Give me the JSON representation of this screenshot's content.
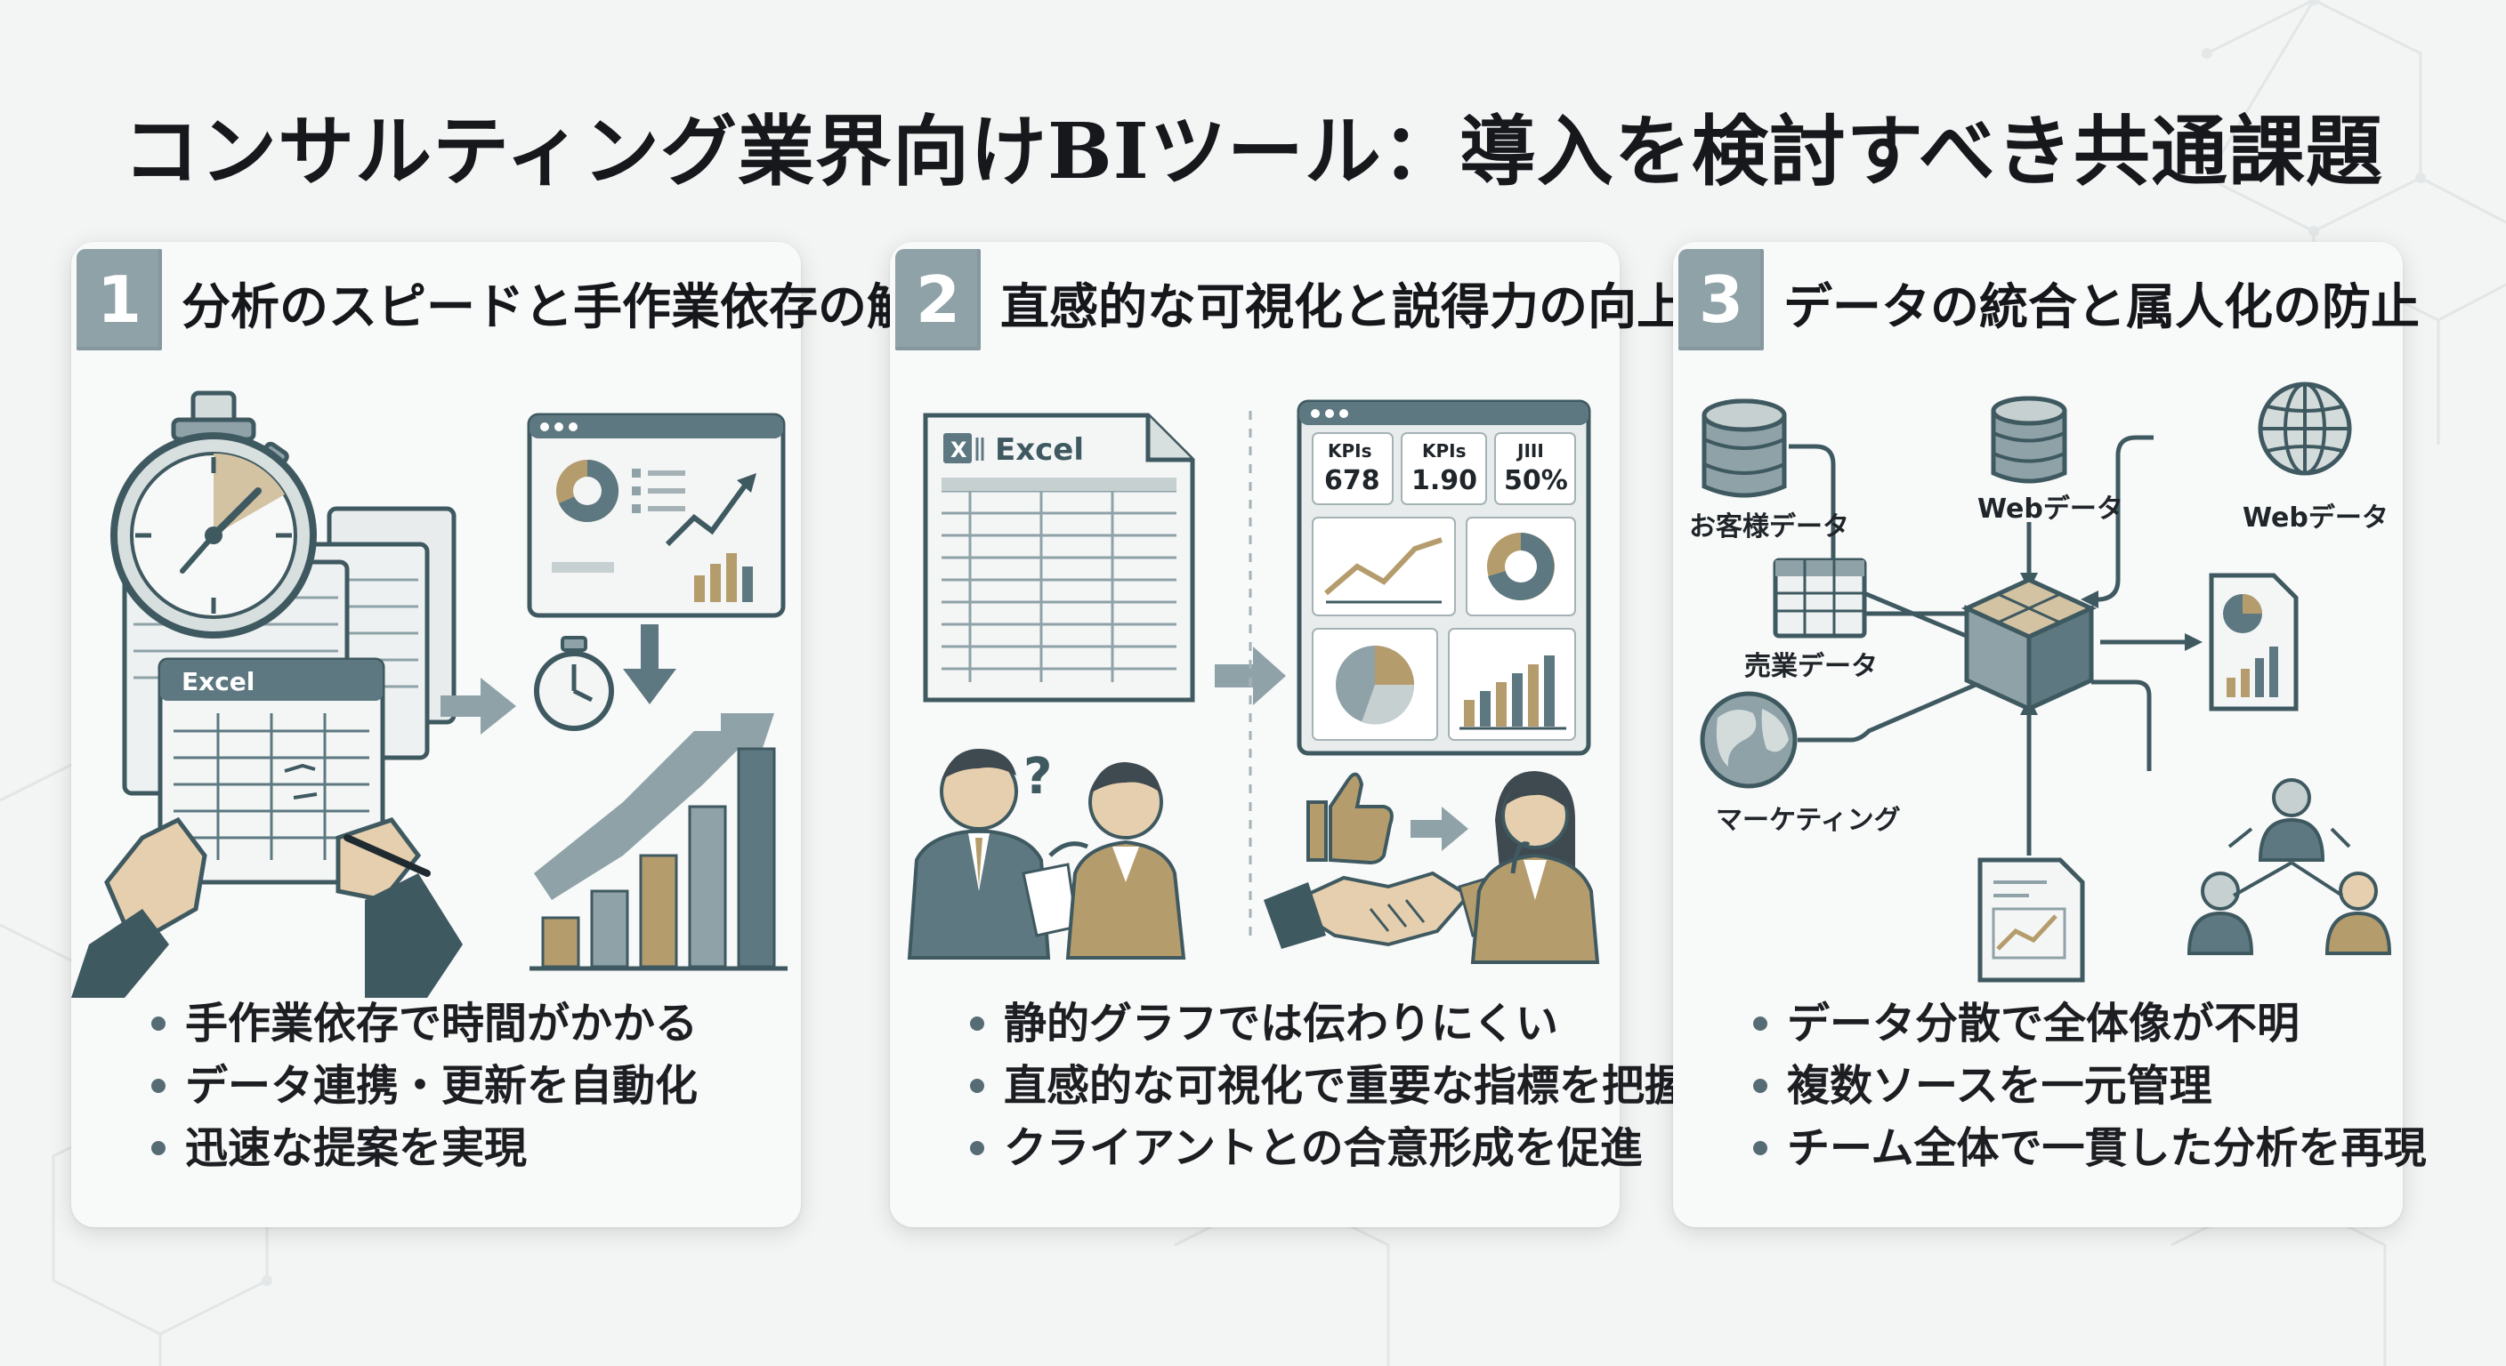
{
  "title": "コンサルティング業界向けBIツール：導入を検討すべき共通課題",
  "colors": {
    "slate": "#5d7880",
    "slate_dark": "#3f5960",
    "sage_light": "#c6d0d0",
    "gold": "#b59c6d",
    "card_bg": "#f8f9f9",
    "badge": "#8ea2a8"
  },
  "cards": [
    {
      "number": "1",
      "title": "分析のスピードと手作業依存の解消",
      "illustration": {
        "excel_label": "Excel",
        "icons": [
          "stopwatch-icon",
          "spreadsheet-icon",
          "dashboard-icon",
          "growth-arrow-icon",
          "bar-chart-icon"
        ]
      },
      "bullets": [
        "手作業依存で時間がかかる",
        "データ連携・更新を自動化",
        "迅速な提案を実現"
      ]
    },
    {
      "number": "2",
      "title": "直感的な可視化と説得力の向上",
      "illustration": {
        "excel_label": "Excel",
        "question_mark": "?",
        "kpi_tiles": [
          {
            "label": "KPIs",
            "value": "678"
          },
          {
            "label": "KPIs",
            "value": "1.90"
          },
          {
            "label": "JIII",
            "value": "50%"
          }
        ],
        "icons": [
          "excel-sheet-icon",
          "dashboard-icon",
          "thumbs-up-icon",
          "handshake-icon",
          "people-icon"
        ]
      },
      "bullets": [
        "静的グラフでは伝わりにくい",
        "直感的な可視化で重要な指標を把握",
        "クライアントとの合意形成を促進"
      ]
    },
    {
      "number": "3",
      "title": "データの統合と属人化の防止",
      "illustration": {
        "sources": [
          "お客様データ",
          "Webデータ",
          "Webデータ",
          "売業データ",
          "マーケティング"
        ],
        "icons": [
          "database-icon",
          "globe-icon",
          "table-icon",
          "world-icon",
          "data-hub-cube-icon",
          "report-icon",
          "team-icon"
        ]
      },
      "bullets": [
        "データ分散で全体像が不明",
        "複数ソースを一元管理",
        "チーム全体で一貫した分析を再現"
      ]
    }
  ]
}
